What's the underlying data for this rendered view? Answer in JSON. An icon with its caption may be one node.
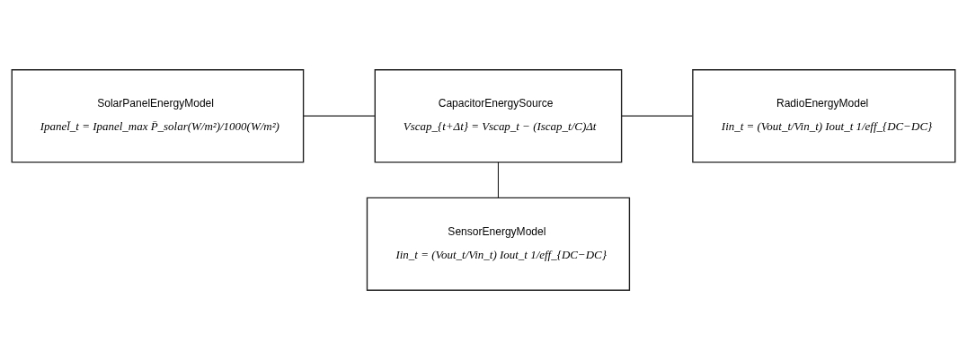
{
  "diagram": {
    "nodes": [
      {
        "text": [
          "SolarPanelEnergyModel",
          "Ipanel̄_t = Ipanel_max P̄_solar(W/m²)/1000(W/m²)"
        ]
      },
      {
        "text": [
          "CapacitorEnergySource",
          "Vscap_{t+Δt} = Vscap_t − (Iscap_t/C)Δt"
        ]
      },
      {
        "text": [
          "RadioEnergyModel",
          "Iin_t = (Vout_t/Vin_t) Iout_t 1/eff_{DC−DC}"
        ]
      },
      {
        "text": [
          "SensorEnergyModel",
          "Iin_t = (Vout_t/Vin_t) Iout_t 1/eff_{DC−DC}"
        ]
      }
    ],
    "edges": [
      {
        "from": 0,
        "to": 1,
        "arrow": "none"
      },
      {
        "from": 1,
        "to": 2,
        "arrow": "none"
      },
      {
        "from": 1,
        "to": 3,
        "arrow": "none"
      }
    ]
  }
}
